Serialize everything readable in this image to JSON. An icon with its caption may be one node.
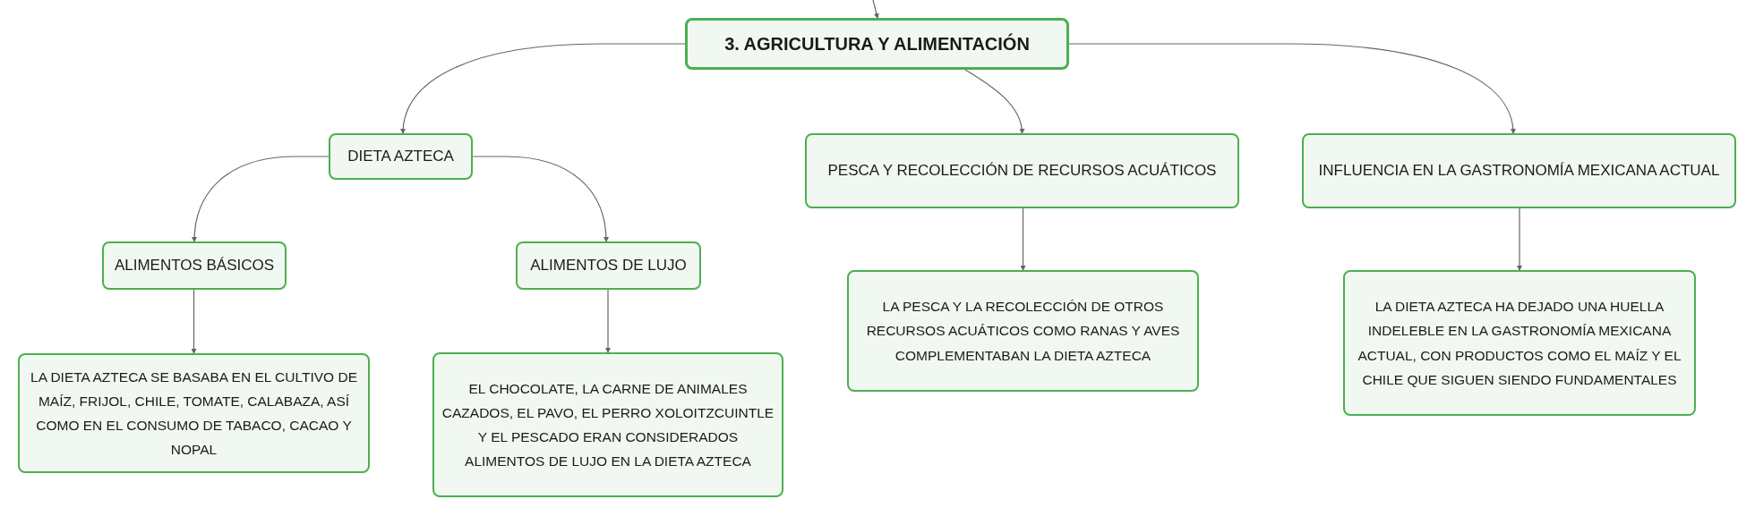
{
  "diagram": {
    "nodes": [
      {
        "text": [
          "3. AGRICULTURA Y ALIMENTACIÓN"
        ]
      },
      {
        "text": [
          "DIETA AZTECA"
        ]
      },
      {
        "text": [
          "ALIMENTOS BÁSICOS"
        ]
      },
      {
        "text": [
          "LA DIETA AZTECA SE BASABA EN EL CULTIVO DE MAÍZ, FRIJOL, CHILE, TOMATE, CALABAZA, ASÍ COMO EN EL CONSUMO DE TABACO, CACAO Y NOPAL"
        ]
      },
      {
        "text": [
          "ALIMENTOS DE LUJO"
        ]
      },
      {
        "text": [
          "EL CHOCOLATE, LA CARNE DE ANIMALES CAZADOS, EL PAVO, EL PERRO XOLOITZCUINTLE Y EL PESCADO ERAN CONSIDERADOS ALIMENTOS DE LUJO EN LA DIETA AZTECA"
        ]
      },
      {
        "text": [
          "PESCA Y RECOLECCIÓN DE RECURSOS ACUÁTICOS"
        ]
      },
      {
        "text": [
          "LA PESCA Y LA RECOLECCIÓN DE OTROS RECURSOS ACUÁTICOS COMO RANAS Y AVES COMPLEMENTABAN LA DIETA AZTECA"
        ]
      },
      {
        "text": [
          "INFLUENCIA EN LA GASTRONOMÍA MEXICANA ACTUAL"
        ]
      },
      {
        "text": [
          "LA DIETA AZTECA HA DEJADO UNA HUELLA INDELEBLE EN LA GASTRONOMÍA MEXICANA ACTUAL, CON PRODUCTOS COMO EL MAÍZ Y EL CHILE QUE SIGUEN SIENDO FUNDAMENTALES"
        ]
      }
    ],
    "edges": [
      {
        "from": null,
        "to": 0,
        "arrow": "to"
      },
      {
        "from": 0,
        "to": 1,
        "arrow": "to"
      },
      {
        "from": 0,
        "to": 6,
        "arrow": "to"
      },
      {
        "from": 0,
        "to": 8,
        "arrow": "to"
      },
      {
        "from": 1,
        "to": 2,
        "arrow": "to"
      },
      {
        "from": 1,
        "to": 4,
        "arrow": "to"
      },
      {
        "from": 2,
        "to": 3,
        "arrow": "to"
      },
      {
        "from": 4,
        "to": 5,
        "arrow": "to"
      },
      {
        "from": 6,
        "to": 7,
        "arrow": "to"
      },
      {
        "from": 8,
        "to": 9,
        "arrow": "to"
      }
    ]
  }
}
